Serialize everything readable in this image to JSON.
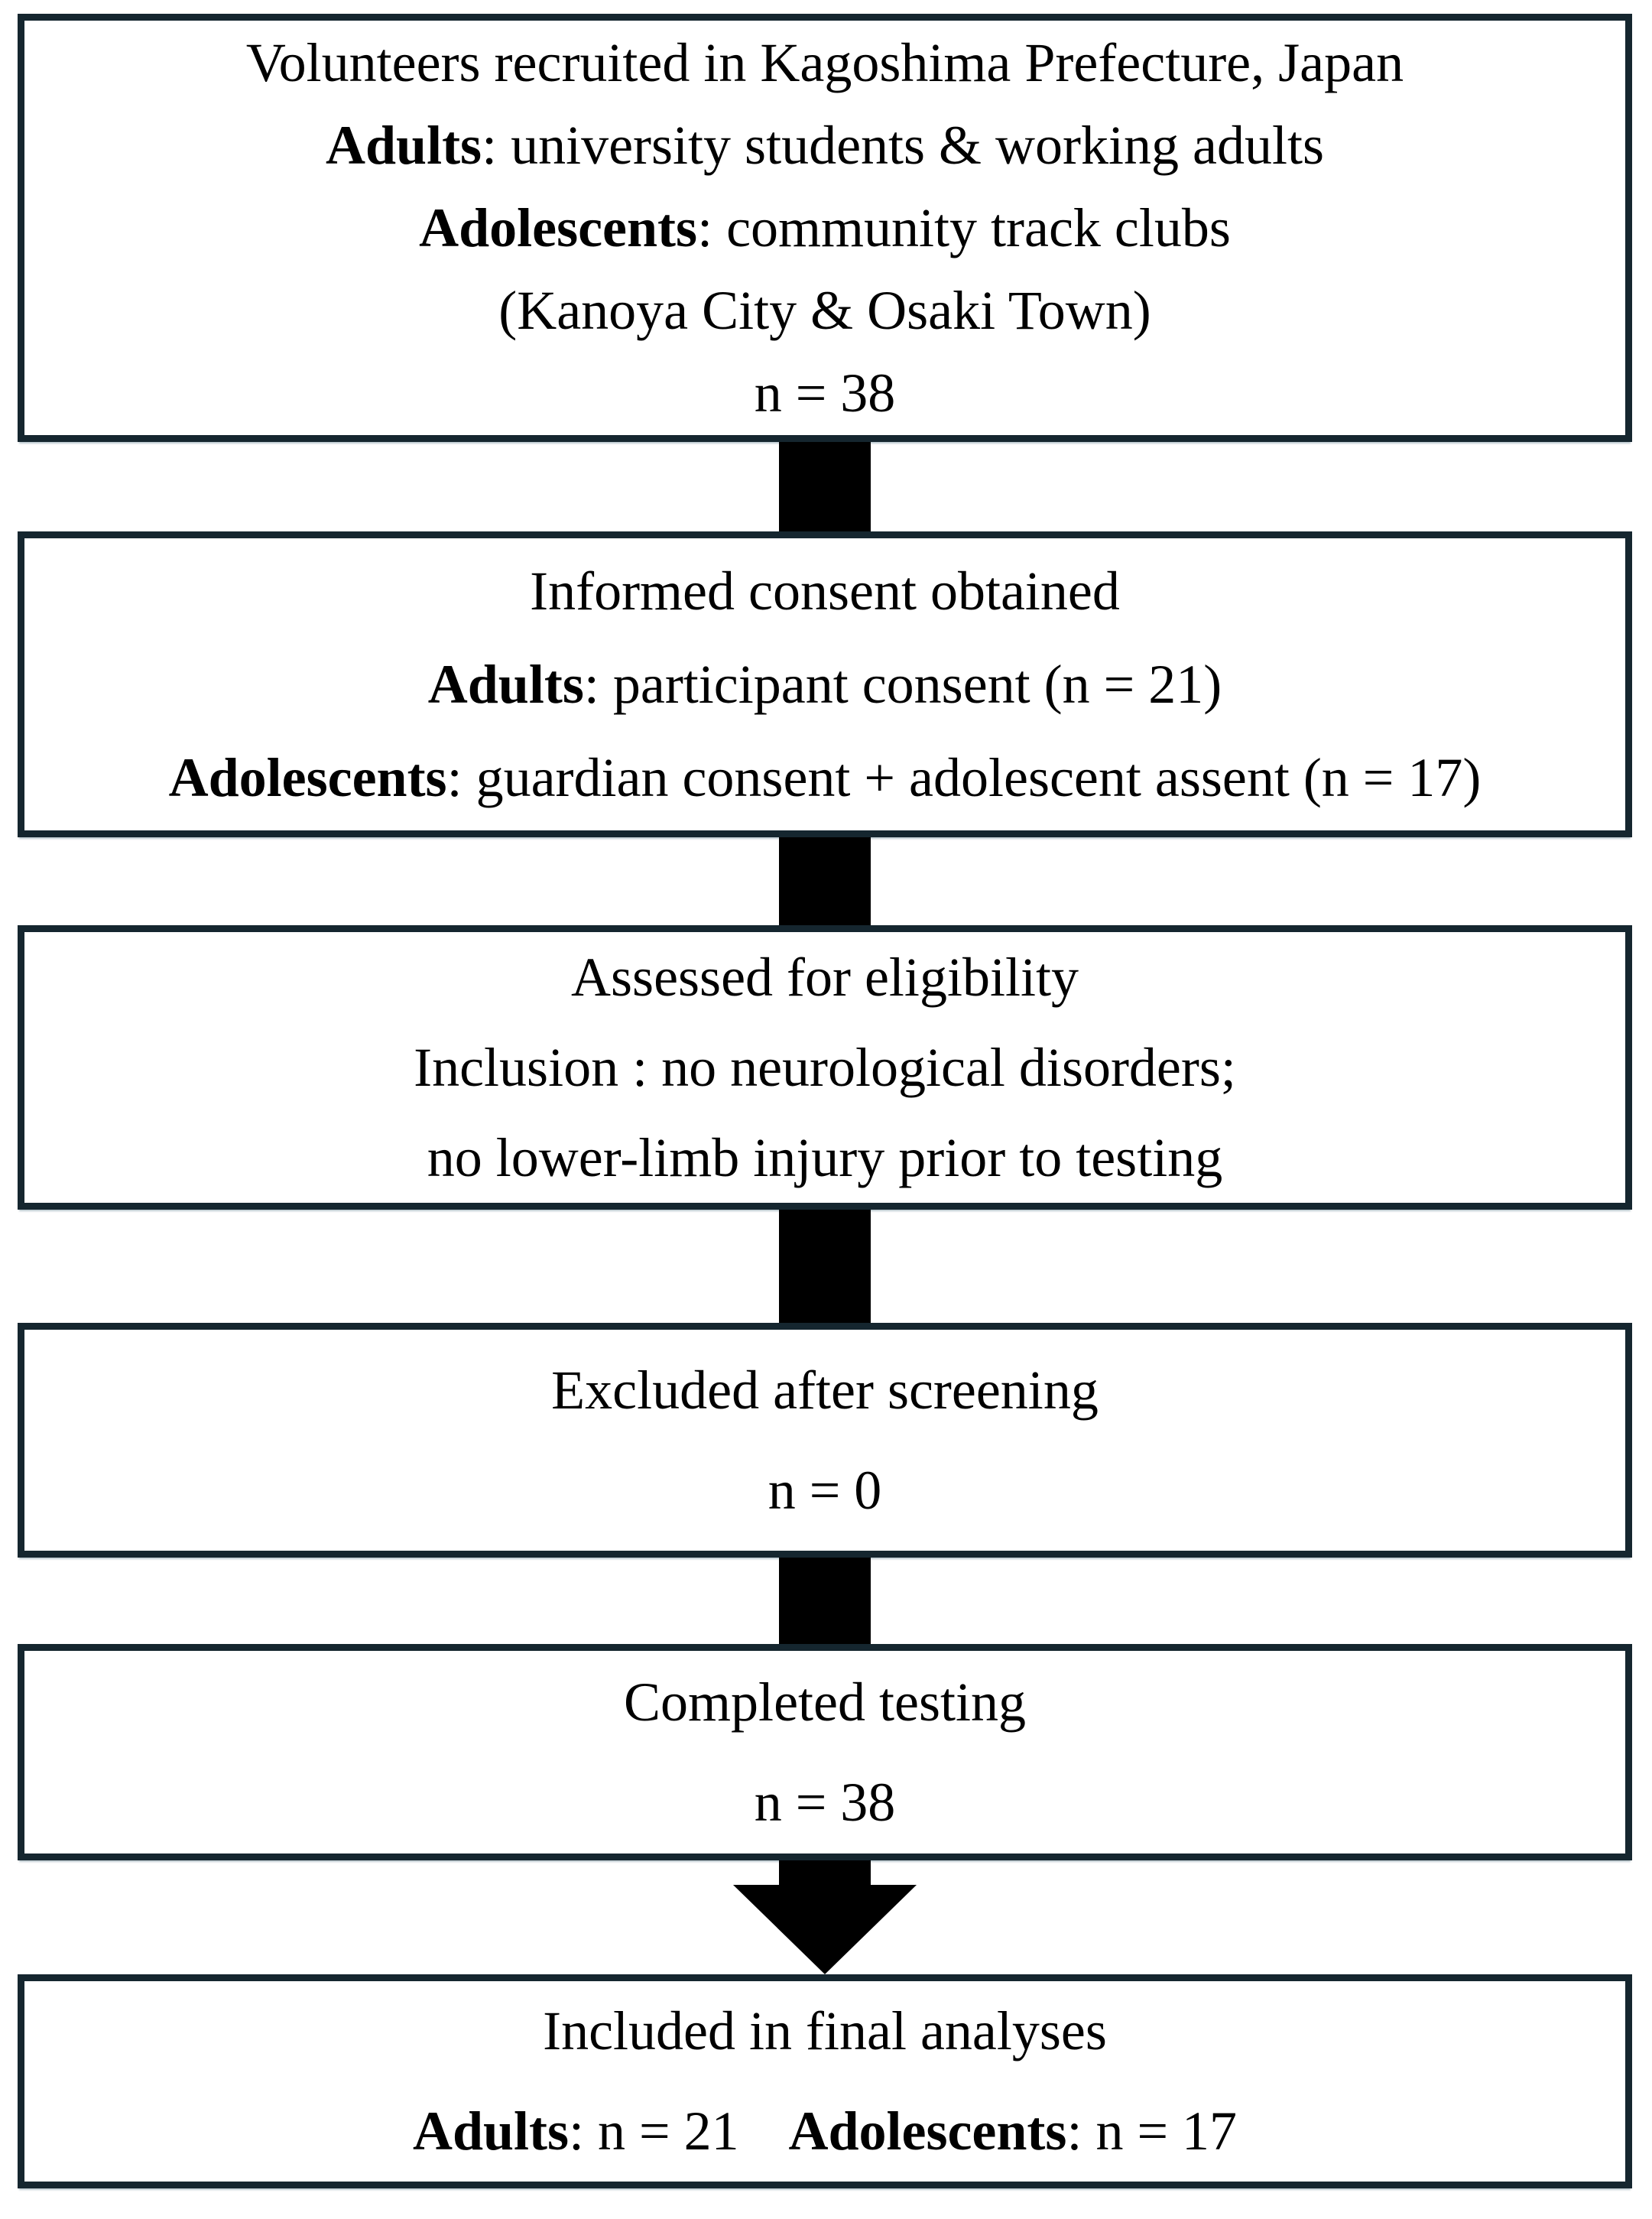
{
  "figure": {
    "type": "participant-flow-diagram",
    "background_color": "#ffffff",
    "box_border_color": "#15262f",
    "connector_color": "#000000",
    "text_color": "#000000"
  },
  "boxes": [
    {
      "name": "recruitment",
      "lines": [
        {
          "segments": [
            {
              "text": "Volunteers recruited in Kagoshima Prefecture, Japan",
              "bold": false
            }
          ]
        },
        {
          "segments": [
            {
              "text": "Adults",
              "bold": true
            },
            {
              "text": ": university students & working adults",
              "bold": false
            }
          ]
        },
        {
          "segments": [
            {
              "text": "Adolescents",
              "bold": true
            },
            {
              "text": ": community track clubs",
              "bold": false
            }
          ]
        },
        {
          "segments": [
            {
              "text": "(Kanoya City & Osaki Town)",
              "bold": false
            }
          ]
        },
        {
          "segments": [
            {
              "text": "n = 38",
              "bold": false
            }
          ]
        }
      ]
    },
    {
      "name": "consent",
      "lines": [
        {
          "segments": [
            {
              "text": "Informed consent obtained",
              "bold": false
            }
          ]
        },
        {
          "segments": [
            {
              "text": "Adults",
              "bold": true
            },
            {
              "text": ": participant consent (n = 21)",
              "bold": false
            }
          ]
        },
        {
          "segments": [
            {
              "text": "Adolescents",
              "bold": true
            },
            {
              "text": ": guardian consent + adolescent assent (n = 17)",
              "bold": false
            }
          ]
        }
      ]
    },
    {
      "name": "eligibility",
      "lines": [
        {
          "segments": [
            {
              "text": "Assessed for eligibility",
              "bold": false
            }
          ]
        },
        {
          "segments": [
            {
              "text": "Inclusion : no neurological disorders;",
              "bold": false
            }
          ]
        },
        {
          "segments": [
            {
              "text": "no lower-limb injury prior to testing",
              "bold": false
            }
          ]
        }
      ]
    },
    {
      "name": "excluded",
      "lines": [
        {
          "segments": [
            {
              "text": "Excluded after screening",
              "bold": false
            }
          ]
        },
        {
          "segments": [
            {
              "text": "n = 0",
              "bold": false
            }
          ]
        }
      ]
    },
    {
      "name": "completed",
      "lines": [
        {
          "segments": [
            {
              "text": "Completed testing",
              "bold": false
            }
          ]
        },
        {
          "segments": [
            {
              "text": "n = 38",
              "bold": false
            }
          ]
        }
      ]
    },
    {
      "name": "final-analyses",
      "lines": [
        {
          "segments": [
            {
              "text": "Included in final analyses",
              "bold": false
            }
          ]
        },
        {
          "segments": [
            {
              "text": "Adults",
              "bold": true
            },
            {
              "text": ": n = 21",
              "bold": false
            },
            {
              "text": "Adolescents",
              "bold": true
            },
            {
              "text": ": n = 17",
              "bold": false
            }
          ]
        }
      ]
    }
  ],
  "connectors": [
    {
      "icon": "connector-bar"
    },
    {
      "icon": "connector-bar"
    },
    {
      "icon": "connector-bar"
    },
    {
      "icon": "connector-bar"
    },
    {
      "icon": "arrow-down-icon"
    }
  ]
}
